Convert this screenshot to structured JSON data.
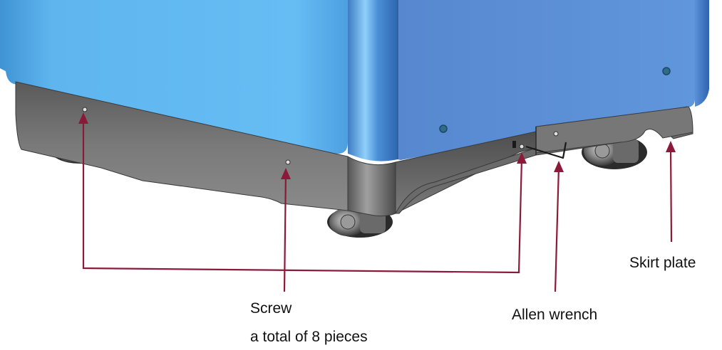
{
  "labels": {
    "screw": "Screw",
    "screw_count": "a total of 8 pieces",
    "allen_wrench": "Allen wrench",
    "skirt_plate": "Skirt plate"
  },
  "colors": {
    "leader_line": "#8b1a3a",
    "cabinet_left": "#5ab2ec",
    "cabinet_right": "#5a8fd8",
    "skirt": "#6e6e6e",
    "background": "#ffffff"
  }
}
